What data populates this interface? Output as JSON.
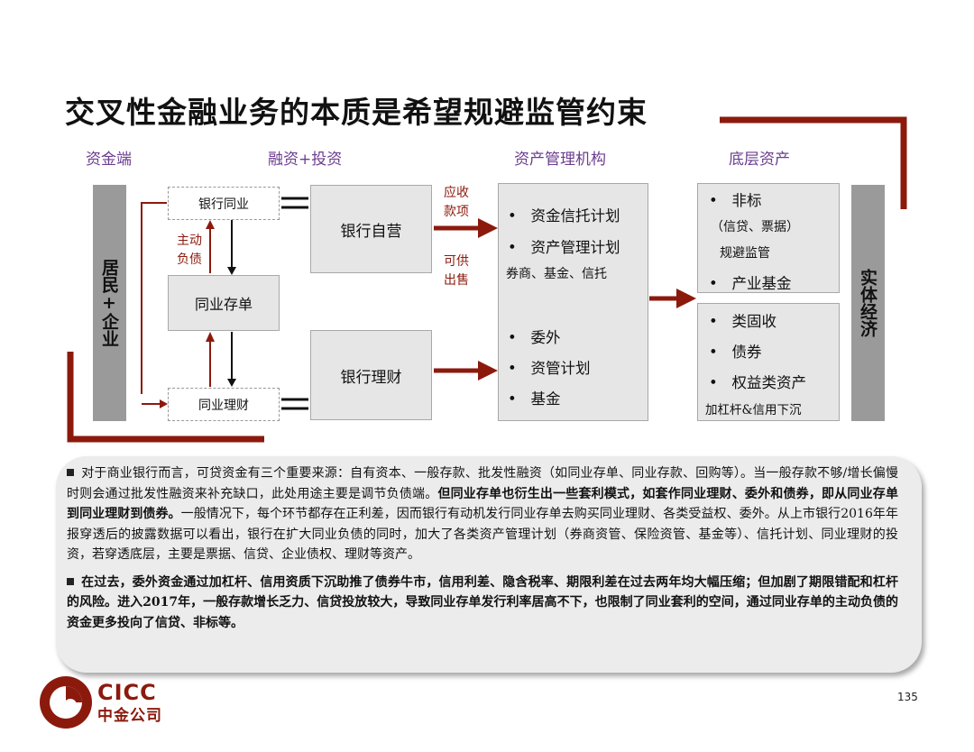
{
  "title": "交叉性金融业务的本质是希望规避监管约束",
  "headers": {
    "funds_side": "资金端",
    "financing_investment": "融资+投资",
    "asset_managers": "资产管理机构",
    "underlying_assets": "底层资产"
  },
  "left_bar": "居民+企业",
  "right_bar": "实体经济",
  "interbank": {
    "bank_interbank": "银行同业",
    "interbank_cd": "同业存单",
    "interbank_wm": "同业理财",
    "active_liability": "主动\n负债"
  },
  "bank_self": "银行自营",
  "bank_wm": "银行理财",
  "receivables": "应收\n款项",
  "available_for_sale": "可供\n出售",
  "asset_mgmt_box": {
    "item1": "资金信托计划",
    "item2": "资产管理计划",
    "sub": "券商、基金、信托",
    "item3": "委外",
    "item4": "资管计划",
    "item5": "基金"
  },
  "underlying_top": {
    "item1": "非标",
    "sub1": "（信贷、票据）",
    "sub2": "规避监管",
    "item2": "产业基金"
  },
  "underlying_bottom": {
    "item1": "类固收",
    "item2": "债券",
    "item3": "权益类资产",
    "sub": "加杠杆&信用下沉"
  },
  "notes": {
    "p1_a": "对于商业银行而言，可贷资金有三个重要来源：自有资本、一般存款、批发性融资（如同业存单、同业存款、回购等）。当一般存款不够/增长偏慢时则会通过批发性融资来补充缺口，此处用途主要是调节负债端。",
    "p1_b": "但同业存单也衍生出一些套利模式，如套作同业理财、委外和债券，即从同业存单到同业理财到债券。",
    "p1_c": "一般情况下，每个环节都存在正利差，因而银行有动机发行同业存单去购买同业理财、各类受益权、委外。从上市银行2016年年报穿透后的披露数据可以看出，银行在扩大同业负债的同时，加大了各类资产管理计划（券商资管、保险资管、基金等）、信托计划、同业理财的投资，若穿透底层，主要是票据、信贷、企业债权、理财等资产。",
    "p2": "在过去，委外资金通过加杠杆、信用资质下沉助推了债券牛市，信用利差、隐含税率、期限利差在过去两年均大幅压缩；但加剧了期限错配和杠杆的风险。进入2017年，一般存款增长乏力、信贷投放较大，导致同业存单发行利率居高不下，也限制了同业套利的空间，通过同业存单的主动负债的资金更多投向了信贷、非标等。"
  },
  "logo": {
    "en": "CICC",
    "cn": "中金公司"
  },
  "page_number": "135",
  "colors": {
    "accent": "#8b1a0d",
    "header": "#6b3d8f",
    "grey_box": "#e6e6e6",
    "bar": "#9a9a9a"
  }
}
